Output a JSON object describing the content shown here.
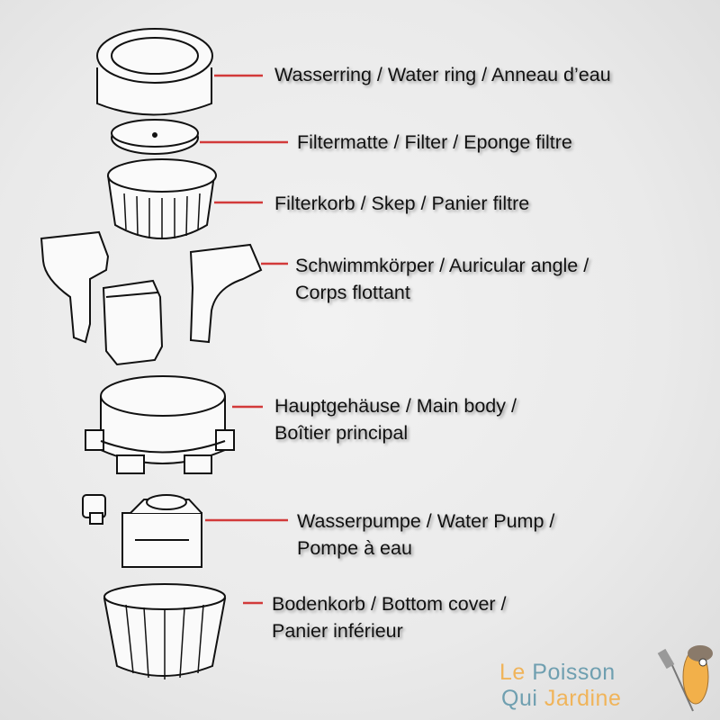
{
  "labels": [
    {
      "lines": [
        "Wasserring / Water ring / Anneau d’eau"
      ]
    },
    {
      "lines": [
        "Filtermatte / Filter / Eponge filtre"
      ]
    },
    {
      "lines": [
        "Filterkorb / Skep / Panier filtre"
      ]
    },
    {
      "lines": [
        "Schwimmkörper / Auricular angle /",
        "Corps flottant"
      ]
    },
    {
      "lines": [
        "Hauptgehäuse / Main body /",
        "Boîtier principal"
      ]
    },
    {
      "lines": [
        "Wasserpumpe / Water Pump /",
        "Pompe à eau"
      ]
    },
    {
      "lines": [
        "Bodenkorb / Bottom cover /",
        "Panier inférieur"
      ]
    }
  ],
  "logo": {
    "word1": "Le",
    "word2": "Poisson",
    "word3": "Qui",
    "word4": "Jardine"
  },
  "colors": {
    "leader": "#d23a3a",
    "logo_orange": "#f0b45a",
    "logo_blue": "#6f9fb0"
  }
}
